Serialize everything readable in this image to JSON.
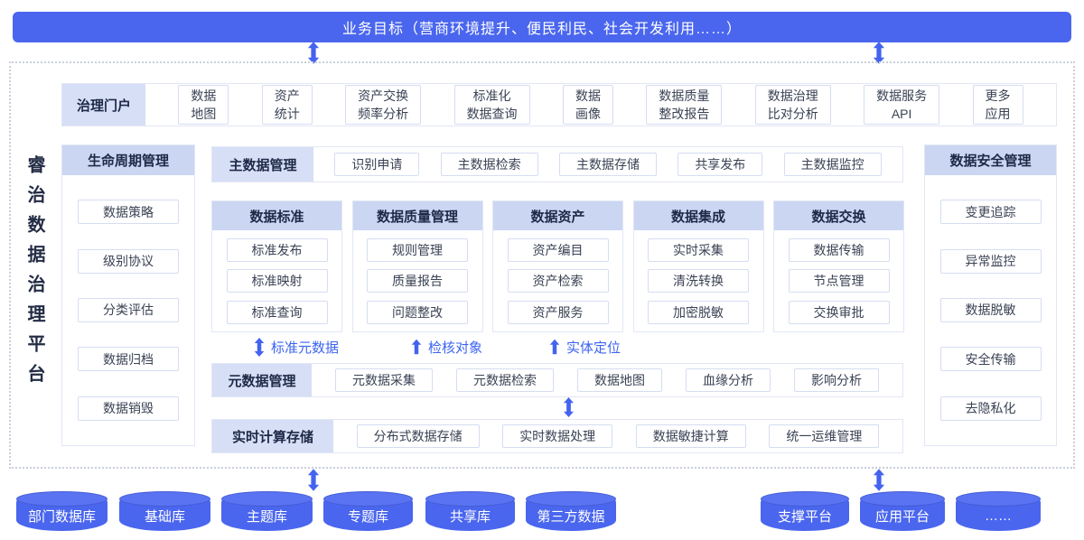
{
  "banner": {
    "title": "业务目标（营商环境提升、便民利民、社会开发利用……）"
  },
  "platform_title": "睿治数据治理平台",
  "portal": {
    "label": "治理门户",
    "items": [
      "数据\n地图",
      "资产\n统计",
      "资产交换\n频率分析",
      "标准化\n数据查询",
      "数据\n画像",
      "数据质量\n整改报告",
      "数据治理\n比对分析",
      "数据服务\nAPI",
      "更多\n应用"
    ]
  },
  "lifecycle": {
    "header": "生命周期管理",
    "items": [
      "数据策略",
      "级别协议",
      "分类评估",
      "数据归档",
      "数据销毁"
    ]
  },
  "master_data": {
    "label": "主数据管理",
    "items": [
      "识别申请",
      "主数据检索",
      "主数据存储",
      "共享发布",
      "主数据监控"
    ]
  },
  "capability_columns": [
    {
      "header": "数据标准",
      "items": [
        "标准发布",
        "标准映射",
        "标准查询"
      ]
    },
    {
      "header": "数据质量管理",
      "items": [
        "规则管理",
        "质量报告",
        "问题整改"
      ]
    },
    {
      "header": "数据资产",
      "items": [
        "资产编目",
        "资产检索",
        "资产服务"
      ]
    },
    {
      "header": "数据集成",
      "items": [
        "实时采集",
        "清洗转换",
        "加密脱敏"
      ]
    },
    {
      "header": "数据交换",
      "items": [
        "数据传输",
        "节点管理",
        "交换审批"
      ]
    }
  ],
  "flow_labels": [
    {
      "text": "标准元数据",
      "arrow": "double"
    },
    {
      "text": "检核对象",
      "arrow": "up"
    },
    {
      "text": "实体定位",
      "arrow": "up"
    }
  ],
  "metadata": {
    "label": "元数据管理",
    "items": [
      "元数据采集",
      "元数据检索",
      "数据地图",
      "血缘分析",
      "影响分析"
    ]
  },
  "realtime": {
    "label": "实时计算存储",
    "items": [
      "分布式数据存储",
      "实时数据处理",
      "数据敏捷计算",
      "统一运维管理"
    ]
  },
  "security": {
    "header": "数据安全管理",
    "items": [
      "变更追踪",
      "异常监控",
      "数据脱敏",
      "安全传输",
      "去隐私化"
    ]
  },
  "data_sources": [
    "部门数据库",
    "基础库",
    "主题库",
    "专题库",
    "共享库",
    "第三方数据"
  ],
  "platforms": [
    "支撑平台",
    "应用平台",
    "……"
  ],
  "colors": {
    "blue": "#4A66EE",
    "header_bg": "#CBD6F2",
    "label_bg": "#D7DFF7",
    "flow_text": "#3C64F0"
  }
}
